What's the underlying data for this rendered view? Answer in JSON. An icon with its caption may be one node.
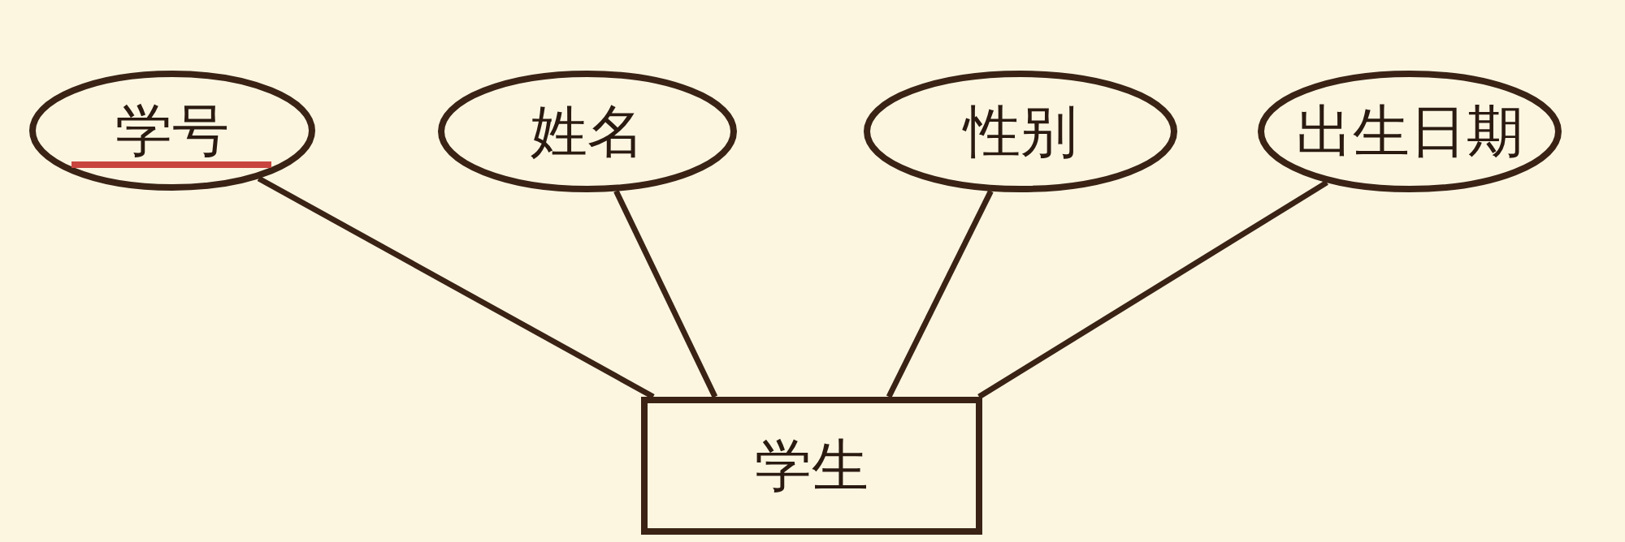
{
  "diagram": {
    "nodes": [
      {
        "text": [
          "学号"
        ]
      },
      {
        "text": [
          "姓名"
        ]
      },
      {
        "text": [
          "性别"
        ]
      },
      {
        "text": [
          "出生日期"
        ]
      },
      {
        "text": [
          "学生"
        ]
      }
    ],
    "edges": [
      {
        "from": 4,
        "to": 0,
        "arrow": "none"
      },
      {
        "from": 4,
        "to": 1,
        "arrow": "none"
      },
      {
        "from": 4,
        "to": 2,
        "arrow": "none"
      },
      {
        "from": 4,
        "to": 3,
        "arrow": "none"
      }
    ]
  }
}
